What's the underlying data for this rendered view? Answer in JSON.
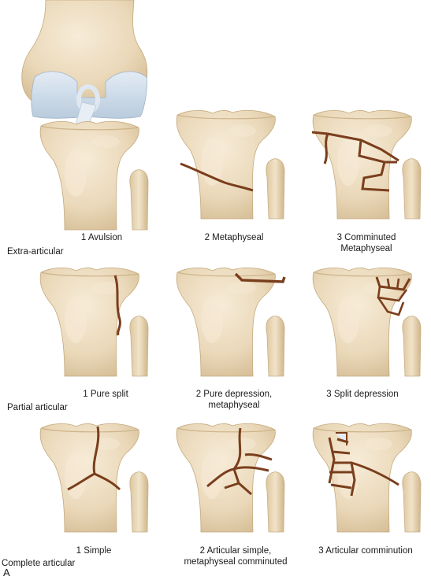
{
  "rows": [
    {
      "label": "Extra-articular",
      "items": [
        {
          "caption": "1 Avulsion"
        },
        {
          "caption": "2 Metaphyseal"
        },
        {
          "caption": "3 Comminuted\nMetaphyseal"
        }
      ]
    },
    {
      "label": "Partial articular",
      "items": [
        {
          "caption": "1 Pure split"
        },
        {
          "caption": "2 Pure depression,\nmetaphyseal"
        },
        {
          "caption": "3 Split depression"
        }
      ]
    },
    {
      "label": "Complete articular",
      "items": [
        {
          "caption": "1 Simple"
        },
        {
          "caption": "2 Articular simple,\nmetaphyseal comminuted"
        },
        {
          "caption": "3 Articular comminution"
        }
      ]
    }
  ],
  "panel_letter": "A",
  "colors": {
    "bone": "#ecdcc0",
    "bone_shade": "#d9c39c",
    "fracture": "#7a3e1c",
    "cartilage": "#c8d8e8"
  }
}
